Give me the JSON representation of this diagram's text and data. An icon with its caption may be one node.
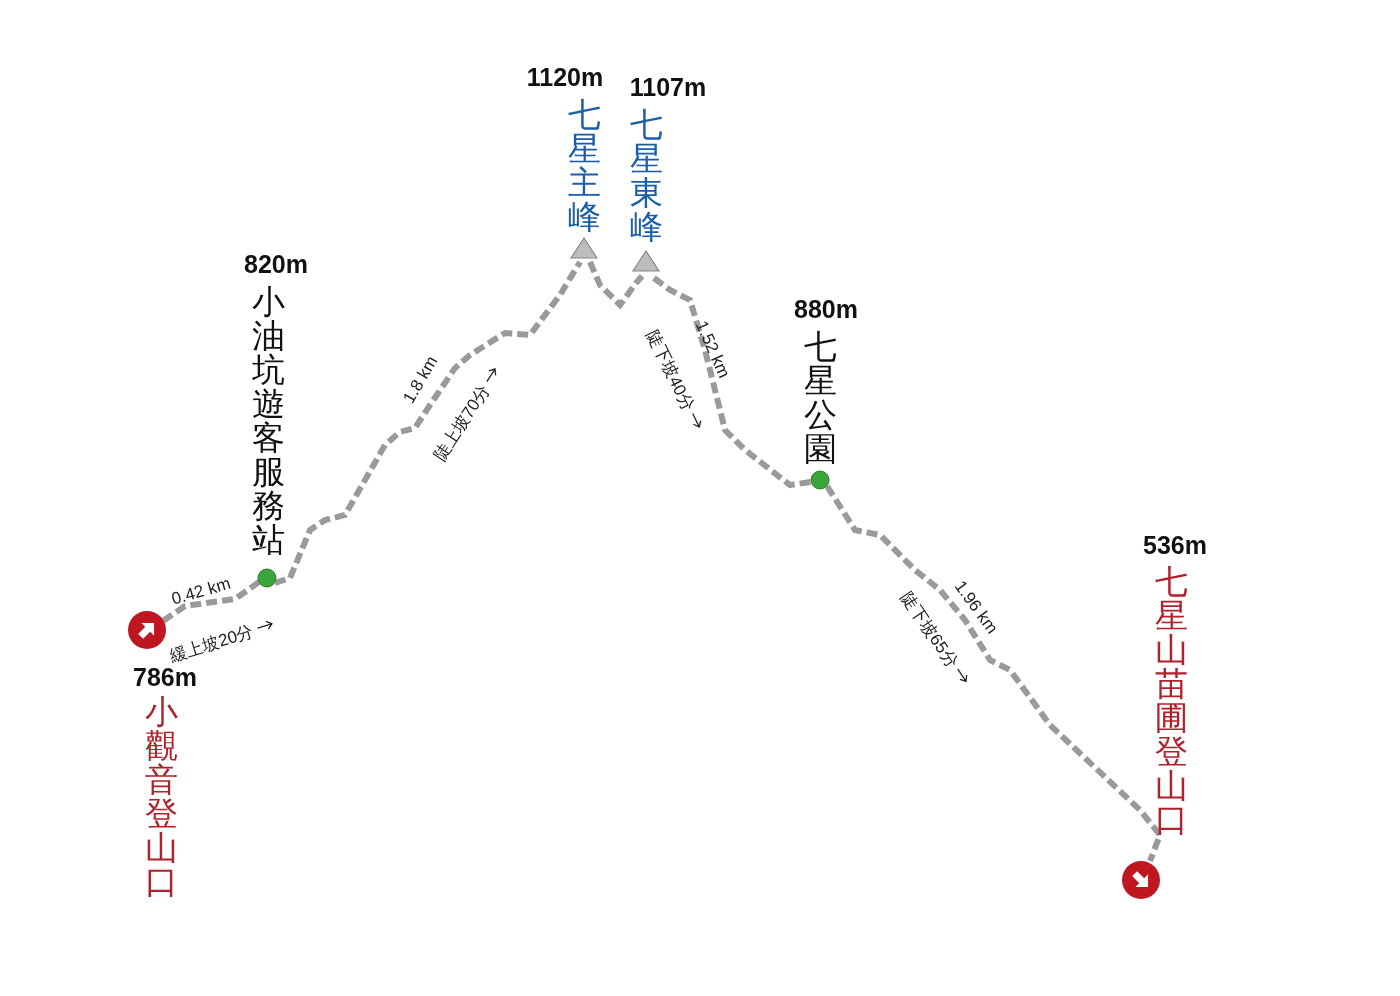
{
  "diagram": {
    "nodes": [
      {
        "text": [
          "786m",
          "小觀音登山口"
        ]
      },
      {
        "text": [
          "820m",
          "小油坑遊客服務站"
        ]
      },
      {
        "text": [
          "1120m",
          "七星主峰"
        ]
      },
      {
        "text": [
          "1107m",
          "七星東峰"
        ]
      },
      {
        "text": [
          "880m",
          "七星公園"
        ]
      },
      {
        "text": [
          "536m",
          "七星山苗圃登山口"
        ]
      }
    ],
    "edges": [
      {
        "from": 0,
        "to": 1,
        "arrow": "none",
        "label": "0.42 km",
        "style": "dashed"
      },
      {
        "from": 1,
        "to": 2,
        "arrow": "none",
        "label": "1.8 km",
        "style": "dashed"
      },
      {
        "from": 2,
        "to": 3,
        "arrow": "none",
        "style": "dashed"
      },
      {
        "from": 3,
        "to": 4,
        "arrow": "none",
        "label": "1.52 km",
        "style": "dashed"
      },
      {
        "from": 4,
        "to": 5,
        "arrow": "none",
        "label": "1.96 km",
        "style": "dashed"
      }
    ],
    "labels": [
      "緩上坡20分",
      "陡上坡70分",
      "陡下坡40分",
      "陡下坡65分"
    ]
  }
}
